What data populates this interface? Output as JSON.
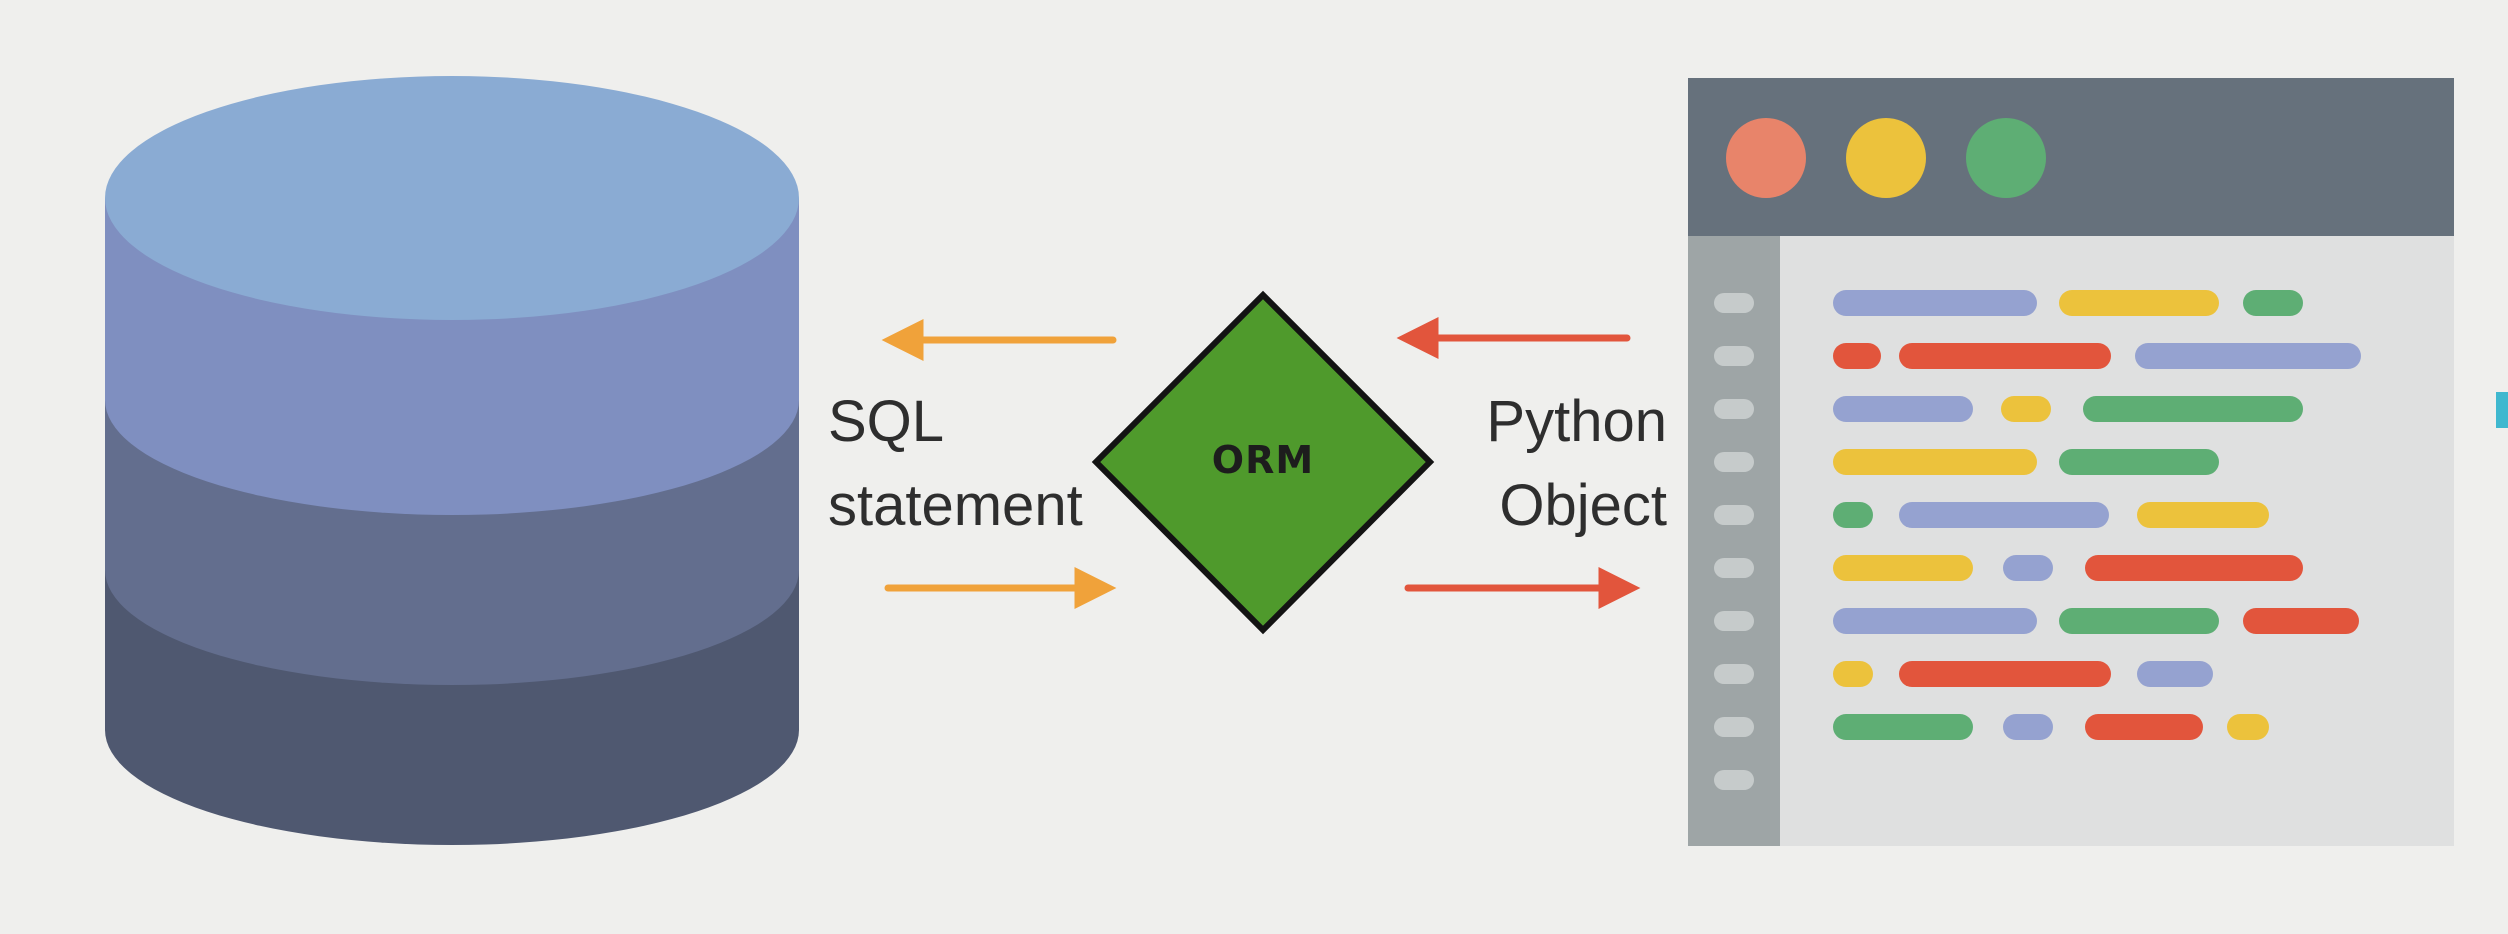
{
  "sql_label": [
    "SQL",
    "statement"
  ],
  "orm_label": "ORM",
  "python_label": [
    "Python",
    "Object"
  ],
  "colors": {
    "background": "#efefed",
    "orm_fill": "#4f9a2c",
    "sql_arrow": "#f0a23a",
    "python_arrow": "#e2553c",
    "db_top": "#8aabd3",
    "db_band2": "#7f8fc0",
    "db_band3": "#636e8e",
    "db_band4": "#4f5870",
    "editor_header": "#66717c",
    "editor_gutter": "#9ea5a6",
    "editor_body": "#dfe0e0",
    "dot_red": "#e8846a",
    "dot_yellow": "#ecc23c",
    "dot_green": "#5eae74"
  },
  "icons": {
    "database": "database-icon",
    "editor": "code-editor-icon",
    "orm": "orm-diamond"
  }
}
